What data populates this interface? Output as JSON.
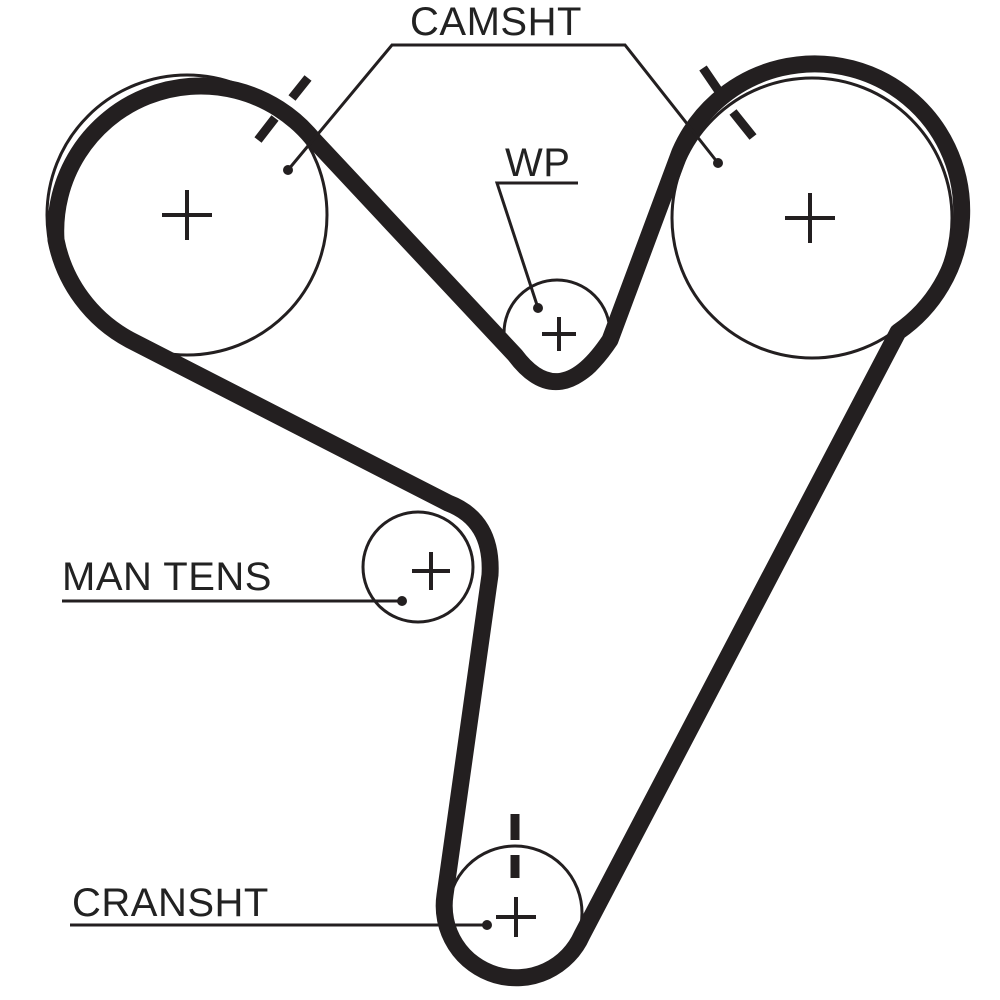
{
  "diagram": {
    "type": "timing-belt-routing",
    "labels": {
      "camshaft": "CAMSHT",
      "water_pump": "WP",
      "manual_tensioner": "MAN TENS",
      "crankshaft": "CRANSHT"
    },
    "pulleys": [
      {
        "id": "camshaft-left",
        "label_ref": "camshaft"
      },
      {
        "id": "camshaft-right",
        "label_ref": "camshaft"
      },
      {
        "id": "water-pump",
        "label_ref": "water_pump"
      },
      {
        "id": "manual-tensioner",
        "label_ref": "manual_tensioner"
      },
      {
        "id": "crankshaft",
        "label_ref": "crankshaft"
      }
    ],
    "colors": {
      "line": "#231f20",
      "background": "#ffffff"
    }
  }
}
